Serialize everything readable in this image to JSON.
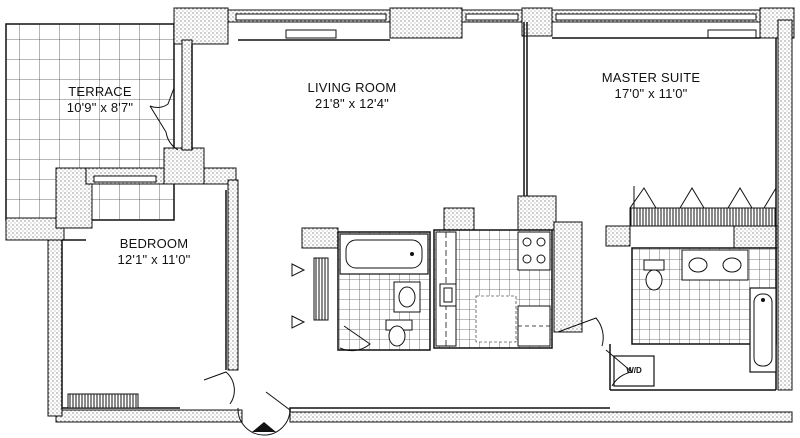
{
  "rooms": {
    "terrace": {
      "name": "TERRACE",
      "dimensions": "10'9\" x 8'7\""
    },
    "living_room": {
      "name": "LIVING ROOM",
      "dimensions": "21'8\" x 12'4\""
    },
    "master_suite": {
      "name": "MASTER SUITE",
      "dimensions": "17'0\" x 11'0\""
    },
    "bedroom": {
      "name": "BEDROOM",
      "dimensions": "12'1\" x 11'0\""
    }
  },
  "fixtures": {
    "washer_dryer": "W/D"
  },
  "icons": [
    "entry-arrow-icon",
    "window-icon",
    "door-swing-icon",
    "bathtub-icon",
    "toilet-icon",
    "sink-icon",
    "stove-icon",
    "closet-icon"
  ]
}
